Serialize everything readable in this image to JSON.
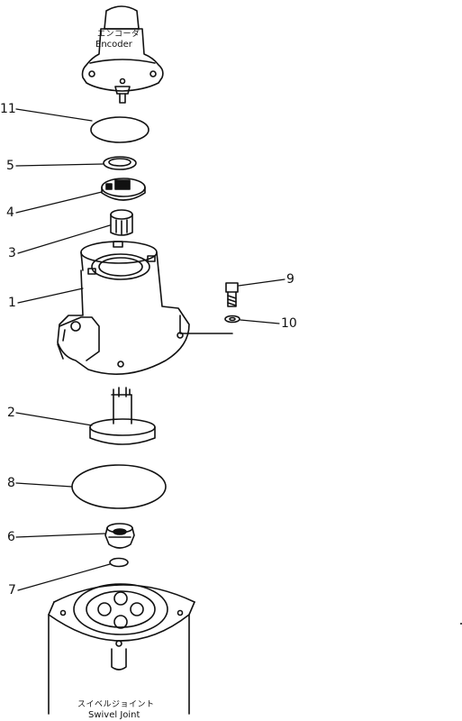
{
  "captions": {
    "encoder_jp": "エンコーダ",
    "encoder_en": "Encoder",
    "swivel_jp": "スイベルジョイント",
    "swivel_en": "Swivel Joint"
  },
  "callouts": [
    "11",
    "5",
    "4",
    "3",
    "1",
    "9",
    "10",
    "2",
    "8",
    "6",
    "7"
  ],
  "colors": {
    "ink": "#111111",
    "paper": "#ffffff"
  }
}
